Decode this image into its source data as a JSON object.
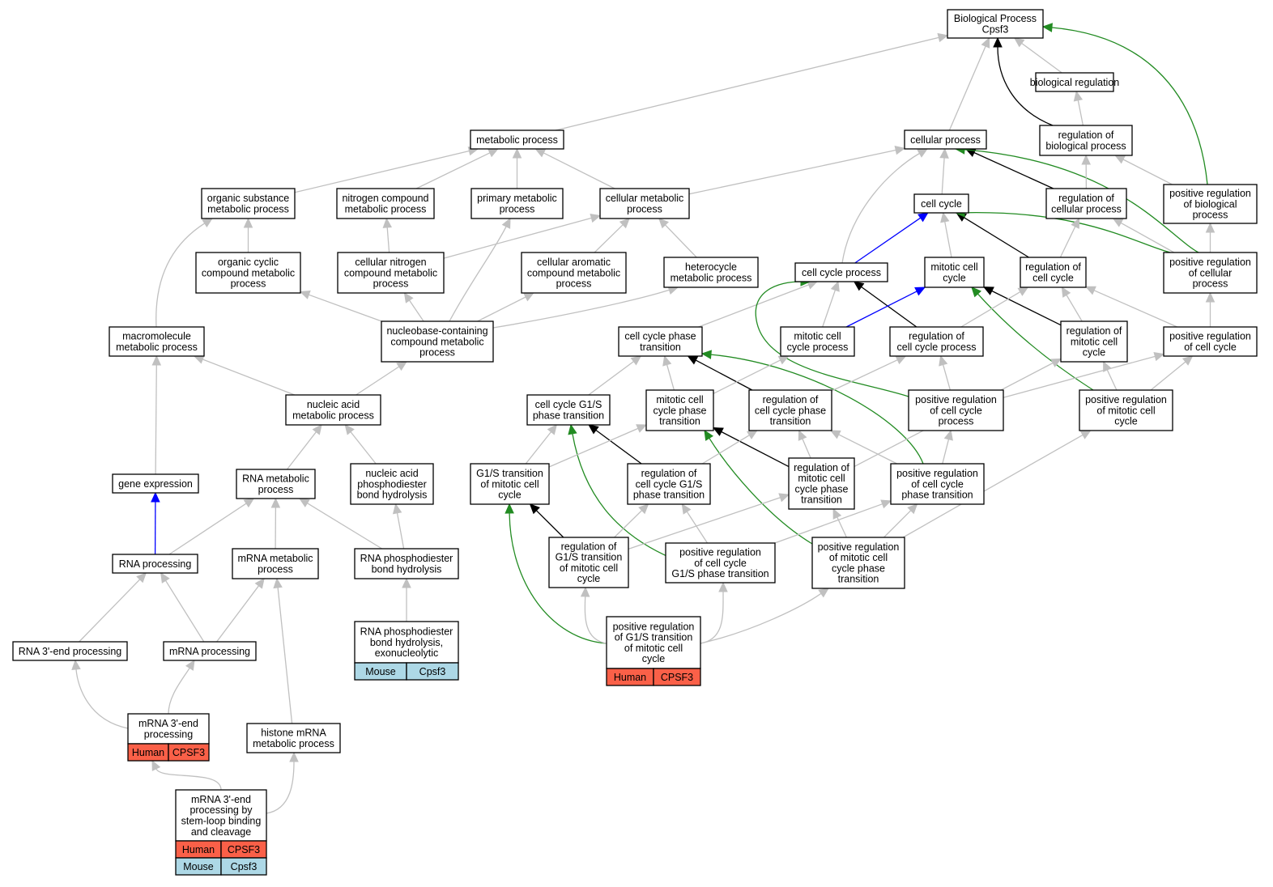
{
  "colors": {
    "is_a": "#c0c0c0",
    "regulates": "#000000",
    "part_of": "#0000ff",
    "positively_regulates": "#228b22",
    "human": "#fa6048",
    "mouse": "#add8e6"
  },
  "nodes": [
    {
      "id": "bp",
      "lines": [
        "Biological Process",
        "Cpsf3"
      ]
    },
    {
      "id": "biological_regulation",
      "lines": [
        "biological regulation"
      ]
    },
    {
      "id": "metabolic_process",
      "lines": [
        "metabolic process"
      ]
    },
    {
      "id": "cellular_process",
      "lines": [
        "cellular process"
      ]
    },
    {
      "id": "reg_bio_process",
      "lines": [
        "regulation of",
        "biological process"
      ]
    },
    {
      "id": "org_sub_met",
      "lines": [
        "organic substance",
        "metabolic process"
      ]
    },
    {
      "id": "nitrogen_compound_met",
      "lines": [
        "nitrogen compound",
        "metabolic process"
      ]
    },
    {
      "id": "primary_met",
      "lines": [
        "primary metabolic",
        "process"
      ]
    },
    {
      "id": "cellular_met",
      "lines": [
        "cellular metabolic",
        "process"
      ]
    },
    {
      "id": "cell_cycle",
      "lines": [
        "cell cycle"
      ]
    },
    {
      "id": "reg_cellular_process",
      "lines": [
        "regulation of",
        "cellular process"
      ]
    },
    {
      "id": "pos_reg_bio",
      "lines": [
        "positive regulation",
        "of biological",
        "process"
      ]
    },
    {
      "id": "org_cyclic",
      "lines": [
        "organic cyclic",
        "compound metabolic",
        "process"
      ]
    },
    {
      "id": "cell_nitrogen",
      "lines": [
        "cellular nitrogen",
        "compound metabolic",
        "process"
      ]
    },
    {
      "id": "cell_aromatic",
      "lines": [
        "cellular aromatic",
        "compound metabolic",
        "process"
      ]
    },
    {
      "id": "heterocycle",
      "lines": [
        "heterocycle",
        "metabolic process"
      ]
    },
    {
      "id": "cell_cycle_process",
      "lines": [
        "cell cycle process"
      ]
    },
    {
      "id": "mitotic_cell_cycle",
      "lines": [
        "mitotic cell",
        "cycle"
      ]
    },
    {
      "id": "reg_cell_cycle",
      "lines": [
        "regulation of",
        "cell cycle"
      ]
    },
    {
      "id": "pos_reg_cellular",
      "lines": [
        "positive regulation",
        "of cellular",
        "process"
      ]
    },
    {
      "id": "macromolecule",
      "lines": [
        "macromolecule",
        "metabolic process"
      ]
    },
    {
      "id": "nucleobase",
      "lines": [
        "nucleobase-containing",
        "compound metabolic",
        "process"
      ]
    },
    {
      "id": "ccp_transition",
      "lines": [
        "cell cycle phase",
        "transition"
      ]
    },
    {
      "id": "mitotic_ccp",
      "lines": [
        "mitotic cell",
        "cycle process"
      ]
    },
    {
      "id": "reg_ccp",
      "lines": [
        "regulation of",
        "cell cycle process"
      ]
    },
    {
      "id": "reg_mitotic",
      "lines": [
        "regulation of",
        "mitotic cell",
        "cycle"
      ]
    },
    {
      "id": "pos_reg_cell_cycle",
      "lines": [
        "positive regulation",
        "of cell cycle"
      ]
    },
    {
      "id": "nucleic_acid_met",
      "lines": [
        "nucleic acid",
        "metabolic process"
      ]
    },
    {
      "id": "g1s_phase",
      "lines": [
        "cell cycle G1/S",
        "phase transition"
      ]
    },
    {
      "id": "mitotic_phase",
      "lines": [
        "mitotic cell",
        "cycle phase",
        "transition"
      ]
    },
    {
      "id": "reg_phase",
      "lines": [
        "regulation of",
        "cell cycle phase",
        "transition"
      ]
    },
    {
      "id": "pos_reg_ccp",
      "lines": [
        "positive regulation",
        "of cell cycle",
        "process"
      ]
    },
    {
      "id": "pos_reg_mitotic",
      "lines": [
        "positive regulation",
        "of mitotic cell",
        "cycle"
      ]
    },
    {
      "id": "gene_expression",
      "lines": [
        "gene expression"
      ]
    },
    {
      "id": "rna_met",
      "lines": [
        "RNA metabolic",
        "process"
      ]
    },
    {
      "id": "na_phospho",
      "lines": [
        "nucleic acid",
        "phosphodiester",
        "bond hydrolysis"
      ]
    },
    {
      "id": "g1s_mitotic",
      "lines": [
        "G1/S transition",
        "of mitotic cell",
        "cycle"
      ]
    },
    {
      "id": "reg_g1s_phase",
      "lines": [
        "regulation of",
        "cell cycle G1/S",
        "phase transition"
      ]
    },
    {
      "id": "reg_mitotic_phase",
      "lines": [
        "regulation of",
        "mitotic cell",
        "cycle phase",
        "transition"
      ]
    },
    {
      "id": "pos_reg_phase",
      "lines": [
        "positive regulation",
        "of cell cycle",
        "phase transition"
      ]
    },
    {
      "id": "rna_processing",
      "lines": [
        "RNA processing"
      ]
    },
    {
      "id": "mrna_met",
      "lines": [
        "mRNA metabolic",
        "process"
      ]
    },
    {
      "id": "rna_phospho",
      "lines": [
        "RNA phosphodiester",
        "bond hydrolysis"
      ]
    },
    {
      "id": "reg_g1s_mitotic",
      "lines": [
        "regulation of",
        "G1/S transition",
        "of mitotic cell",
        "cycle"
      ]
    },
    {
      "id": "pos_reg_g1s_phase",
      "lines": [
        "positive regulation",
        "of cell cycle",
        "G1/S phase transition"
      ]
    },
    {
      "id": "pos_reg_mitotic_phase",
      "lines": [
        "positive regulation",
        "of mitotic cell",
        "cycle phase",
        "transition"
      ]
    },
    {
      "id": "rna_3end",
      "lines": [
        "RNA 3'-end processing"
      ]
    },
    {
      "id": "mrna_processing",
      "lines": [
        "mRNA processing"
      ]
    },
    {
      "id": "rna_phospho_exo",
      "lines": [
        "RNA phosphodiester",
        "bond hydrolysis,",
        "exonucleolytic"
      ],
      "species": [
        {
          "org": "Mouse",
          "gene": "Cpsf3",
          "color": "mouse"
        }
      ]
    },
    {
      "id": "pos_reg_g1s_mitotic",
      "lines": [
        "positive regulation",
        "of G1/S transition",
        "of mitotic cell",
        "cycle"
      ],
      "species": [
        {
          "org": "Human",
          "gene": "CPSF3",
          "color": "human"
        }
      ]
    },
    {
      "id": "mrna_3end",
      "lines": [
        "mRNA 3'-end",
        "processing"
      ],
      "species": [
        {
          "org": "Human",
          "gene": "CPSF3",
          "color": "human"
        }
      ]
    },
    {
      "id": "histone_mrna",
      "lines": [
        "histone mRNA",
        "metabolic process"
      ]
    },
    {
      "id": "mrna_3end_stem",
      "lines": [
        "mRNA 3'-end",
        "processing by",
        "stem-loop binding",
        "and cleavage"
      ],
      "species": [
        {
          "org": "Human",
          "gene": "CPSF3",
          "color": "human"
        },
        {
          "org": "Mouse",
          "gene": "Cpsf3",
          "color": "mouse"
        }
      ]
    }
  ],
  "edges": [
    {
      "from": "biological_regulation",
      "to": "bp",
      "type": "is_a"
    },
    {
      "from": "metabolic_process",
      "to": "bp",
      "type": "is_a"
    },
    {
      "from": "cellular_process",
      "to": "bp",
      "type": "is_a"
    },
    {
      "from": "reg_bio_process",
      "to": "bp",
      "type": "regulates"
    },
    {
      "from": "pos_reg_bio",
      "to": "bp",
      "type": "positively_regulates"
    },
    {
      "from": "reg_bio_process",
      "to": "biological_regulation",
      "type": "is_a"
    },
    {
      "from": "org_sub_met",
      "to": "metabolic_process",
      "type": "is_a"
    },
    {
      "from": "nitrogen_compound_met",
      "to": "metabolic_process",
      "type": "is_a"
    },
    {
      "from": "primary_met",
      "to": "metabolic_process",
      "type": "is_a"
    },
    {
      "from": "cellular_met",
      "to": "metabolic_process",
      "type": "is_a"
    },
    {
      "from": "cellular_met",
      "to": "cellular_process",
      "type": "is_a"
    },
    {
      "from": "cell_cycle",
      "to": "cellular_process",
      "type": "is_a"
    },
    {
      "from": "cell_cycle_process",
      "to": "cellular_process",
      "type": "is_a"
    },
    {
      "from": "reg_cellular_process",
      "to": "cellular_process",
      "type": "regulates"
    },
    {
      "from": "pos_reg_cellular",
      "to": "cellular_process",
      "type": "positively_regulates"
    },
    {
      "from": "reg_cellular_process",
      "to": "reg_bio_process",
      "type": "is_a"
    },
    {
      "from": "pos_reg_bio",
      "to": "reg_bio_process",
      "type": "is_a"
    },
    {
      "from": "pos_reg_cellular",
      "to": "pos_reg_bio",
      "type": "is_a"
    },
    {
      "from": "org_cyclic",
      "to": "org_sub_met",
      "type": "is_a"
    },
    {
      "from": "macromolecule",
      "to": "org_sub_met",
      "type": "is_a"
    },
    {
      "from": "cell_nitrogen",
      "to": "nitrogen_compound_met",
      "type": "is_a"
    },
    {
      "from": "nucleobase",
      "to": "primary_met",
      "type": "is_a"
    },
    {
      "from": "cell_nitrogen",
      "to": "cellular_met",
      "type": "is_a"
    },
    {
      "from": "cell_aromatic",
      "to": "cellular_met",
      "type": "is_a"
    },
    {
      "from": "heterocycle",
      "to": "cellular_met",
      "type": "is_a"
    },
    {
      "from": "cell_cycle_process",
      "to": "cell_cycle",
      "type": "part_of"
    },
    {
      "from": "mitotic_cell_cycle",
      "to": "cell_cycle",
      "type": "is_a"
    },
    {
      "from": "reg_cell_cycle",
      "to": "cell_cycle",
      "type": "regulates"
    },
    {
      "from": "pos_reg_cellular",
      "to": "cell_cycle",
      "type": "positively_regulates"
    },
    {
      "from": "reg_cell_cycle",
      "to": "reg_cellular_process",
      "type": "is_a"
    },
    {
      "from": "pos_reg_cellular",
      "to": "reg_cellular_process",
      "type": "is_a"
    },
    {
      "from": "nucleobase",
      "to": "org_cyclic",
      "type": "is_a"
    },
    {
      "from": "nucleobase",
      "to": "cell_nitrogen",
      "type": "is_a"
    },
    {
      "from": "nucleobase",
      "to": "cell_aromatic",
      "type": "is_a"
    },
    {
      "from": "nucleobase",
      "to": "heterocycle",
      "type": "is_a"
    },
    {
      "from": "mitotic_ccp",
      "to": "cell_cycle_process",
      "type": "is_a"
    },
    {
      "from": "ccp_transition",
      "to": "cell_cycle_process",
      "type": "is_a"
    },
    {
      "from": "reg_ccp",
      "to": "cell_cycle_process",
      "type": "regulates"
    },
    {
      "from": "pos_reg_ccp",
      "to": "cell_cycle_process",
      "type": "positively_regulates"
    },
    {
      "from": "mitotic_ccp",
      "to": "mitotic_cell_cycle",
      "type": "part_of"
    },
    {
      "from": "reg_mitotic",
      "to": "mitotic_cell_cycle",
      "type": "regulates"
    },
    {
      "from": "pos_reg_mitotic",
      "to": "mitotic_cell_cycle",
      "type": "positively_regulates"
    },
    {
      "from": "reg_ccp",
      "to": "reg_cell_cycle",
      "type": "is_a"
    },
    {
      "from": "reg_mitotic",
      "to": "reg_cell_cycle",
      "type": "is_a"
    },
    {
      "from": "pos_reg_cell_cycle",
      "to": "reg_cell_cycle",
      "type": "is_a"
    },
    {
      "from": "pos_reg_cell_cycle",
      "to": "pos_reg_cellular",
      "type": "is_a"
    },
    {
      "from": "nucleic_acid_met",
      "to": "macromolecule",
      "type": "is_a"
    },
    {
      "from": "gene_expression",
      "to": "macromolecule",
      "type": "is_a"
    },
    {
      "from": "nucleic_acid_met",
      "to": "nucleobase",
      "type": "is_a"
    },
    {
      "from": "g1s_phase",
      "to": "ccp_transition",
      "type": "is_a"
    },
    {
      "from": "mitotic_phase",
      "to": "ccp_transition",
      "type": "is_a"
    },
    {
      "from": "reg_phase",
      "to": "ccp_transition",
      "type": "regulates"
    },
    {
      "from": "pos_reg_phase",
      "to": "ccp_transition",
      "type": "positively_regulates"
    },
    {
      "from": "mitotic_phase",
      "to": "mitotic_ccp",
      "type": "is_a"
    },
    {
      "from": "reg_phase",
      "to": "reg_ccp",
      "type": "is_a"
    },
    {
      "from": "pos_reg_ccp",
      "to": "reg_ccp",
      "type": "is_a"
    },
    {
      "from": "reg_mitotic_phase",
      "to": "reg_mitotic",
      "type": "is_a"
    },
    {
      "from": "pos_reg_mitotic",
      "to": "reg_mitotic",
      "type": "is_a"
    },
    {
      "from": "pos_reg_ccp",
      "to": "pos_reg_cell_cycle",
      "type": "is_a"
    },
    {
      "from": "pos_reg_mitotic",
      "to": "pos_reg_cell_cycle",
      "type": "is_a"
    },
    {
      "from": "rna_met",
      "to": "nucleic_acid_met",
      "type": "is_a"
    },
    {
      "from": "na_phospho",
      "to": "nucleic_acid_met",
      "type": "is_a"
    },
    {
      "from": "g1s_mitotic",
      "to": "g1s_phase",
      "type": "is_a"
    },
    {
      "from": "reg_g1s_phase",
      "to": "g1s_phase",
      "type": "regulates"
    },
    {
      "from": "pos_reg_g1s_phase",
      "to": "g1s_phase",
      "type": "positively_regulates"
    },
    {
      "from": "g1s_mitotic",
      "to": "mitotic_phase",
      "type": "is_a"
    },
    {
      "from": "reg_mitotic_phase",
      "to": "mitotic_phase",
      "type": "regulates"
    },
    {
      "from": "pos_reg_mitotic_phase",
      "to": "mitotic_phase",
      "type": "positively_regulates"
    },
    {
      "from": "reg_g1s_phase",
      "to": "reg_phase",
      "type": "is_a"
    },
    {
      "from": "reg_mitotic_phase",
      "to": "reg_phase",
      "type": "is_a"
    },
    {
      "from": "pos_reg_phase",
      "to": "reg_phase",
      "type": "is_a"
    },
    {
      "from": "pos_reg_phase",
      "to": "pos_reg_ccp",
      "type": "is_a"
    },
    {
      "from": "pos_reg_mitotic_phase",
      "to": "pos_reg_mitotic",
      "type": "is_a"
    },
    {
      "from": "rna_processing",
      "to": "gene_expression",
      "type": "part_of"
    },
    {
      "from": "rna_processing",
      "to": "rna_met",
      "type": "is_a"
    },
    {
      "from": "mrna_met",
      "to": "rna_met",
      "type": "is_a"
    },
    {
      "from": "rna_phospho",
      "to": "rna_met",
      "type": "is_a"
    },
    {
      "from": "rna_phospho",
      "to": "na_phospho",
      "type": "is_a"
    },
    {
      "from": "reg_g1s_mitotic",
      "to": "g1s_mitotic",
      "type": "regulates"
    },
    {
      "from": "pos_reg_g1s_mitotic",
      "to": "g1s_mitotic",
      "type": "positively_regulates"
    },
    {
      "from": "reg_g1s_mitotic",
      "to": "reg_g1s_phase",
      "type": "is_a"
    },
    {
      "from": "pos_reg_g1s_phase",
      "to": "reg_g1s_phase",
      "type": "is_a"
    },
    {
      "from": "reg_g1s_mitotic",
      "to": "reg_mitotic_phase",
      "type": "is_a"
    },
    {
      "from": "pos_reg_mitotic_phase",
      "to": "reg_mitotic_phase",
      "type": "is_a"
    },
    {
      "from": "pos_reg_g1s_phase",
      "to": "pos_reg_phase",
      "type": "is_a"
    },
    {
      "from": "pos_reg_mitotic_phase",
      "to": "pos_reg_phase",
      "type": "is_a"
    },
    {
      "from": "rna_3end",
      "to": "rna_processing",
      "type": "is_a"
    },
    {
      "from": "mrna_processing",
      "to": "rna_processing",
      "type": "is_a"
    },
    {
      "from": "mrna_processing",
      "to": "mrna_met",
      "type": "is_a"
    },
    {
      "from": "histone_mrna",
      "to": "mrna_met",
      "type": "is_a"
    },
    {
      "from": "rna_phospho_exo",
      "to": "rna_phospho",
      "type": "is_a"
    },
    {
      "from": "pos_reg_g1s_mitotic",
      "to": "reg_g1s_mitotic",
      "type": "is_a"
    },
    {
      "from": "pos_reg_g1s_mitotic",
      "to": "pos_reg_g1s_phase",
      "type": "is_a"
    },
    {
      "from": "pos_reg_g1s_mitotic",
      "to": "pos_reg_mitotic_phase",
      "type": "is_a"
    },
    {
      "from": "mrna_3end",
      "to": "rna_3end",
      "type": "is_a"
    },
    {
      "from": "mrna_3end",
      "to": "mrna_processing",
      "type": "is_a"
    },
    {
      "from": "mrna_3end_stem",
      "to": "mrna_3end",
      "type": "is_a"
    },
    {
      "from": "mrna_3end_stem",
      "to": "histone_mrna",
      "type": "is_a"
    }
  ]
}
